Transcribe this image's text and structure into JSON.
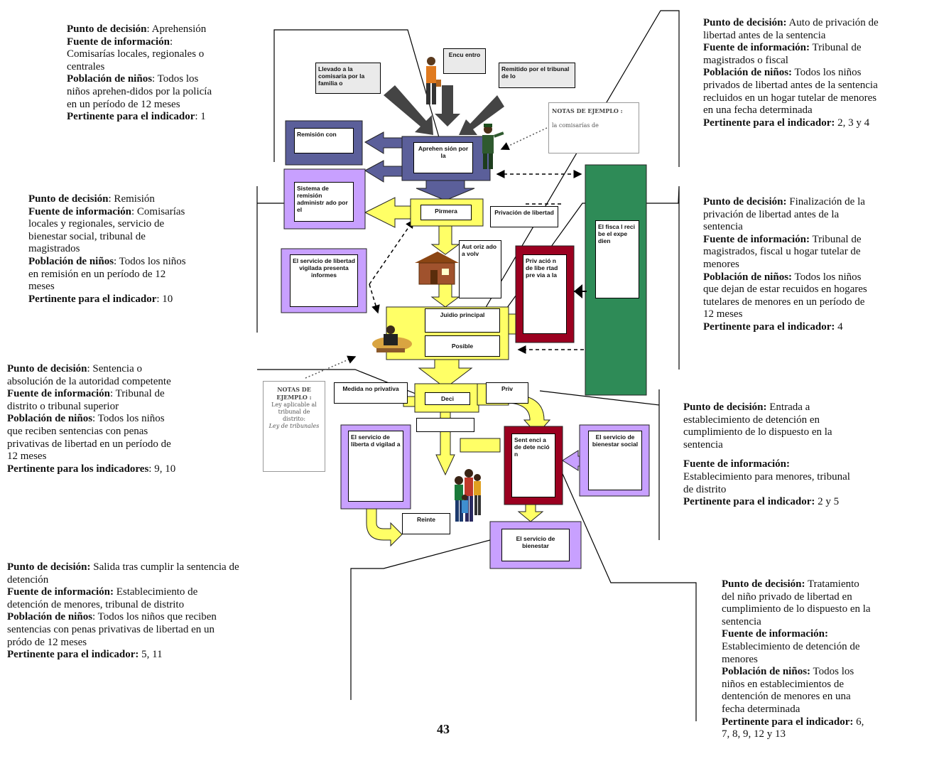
{
  "page_number": "43",
  "panels": {
    "aprehension": {
      "l1k": "Punto de decisión",
      "l1v": ": Aprehensión",
      "l2k": "Fuente de información",
      "l2v": ":",
      "l3": "Comisarías locales, regionales o",
      "l4": "centrales",
      "l5k": "Población de niños",
      "l5v": ": Todos los",
      "l6": "niños aprehen-didos por la policía",
      "l7": "en un período de 12 meses",
      "l8k": "Pertinente para el indicador",
      "l8v": ": 1"
    },
    "remision": {
      "l1k": "Punto de decisión",
      "l1v": ": Remisión",
      "l2k": "Fuente de información",
      "l2v": ": Comisarías",
      "l3": "locales y regionales, servicio de",
      "l4": "bienestar social, tribunal de",
      "l5": "magistrados",
      "l6k": "Población de niños",
      "l6v": ": Todos los niños",
      "l7": "en remisión en un período de 12",
      "l8": "meses",
      "l9k": "Pertinente para el indicador",
      "l9v": ": 10"
    },
    "sentencia": {
      "l1k": "Punto de decisión",
      "l1v": ": Sentencia o",
      "l2": "absolución de la autoridad competente",
      "l3k": "Fuente de información",
      "l3v": ": Tribunal de",
      "l4": "distrito o tribunal superior",
      "l5k": "Población de niños",
      "l5v": ": Todos los niños",
      "l6": "que reciben sentencias con penas",
      "l7": "privativas de libertad en un período de",
      "l8": "12 meses",
      "l9k": "Pertinente para los indicadores",
      "l9v": ": 9, 10"
    },
    "salida": {
      "l1k": "Punto de decisión:",
      "l1v": " Salida tras cumplir la sentencia de",
      "l2": "detención",
      "l3k": "Fuente de información:",
      "l3v": " Establecimiento de",
      "l4": "detención de menores, tribunal de distrito",
      "l5k": "Población de niños",
      "l5v": ": Todos los niños que reciben",
      "l6": "sentencias con penas privativas de libertad en un",
      "l7": "pródo de 12 meses",
      "l8k": "Pertinente para el indicador:",
      "l8v": " 5, 11"
    },
    "auto": {
      "l1k": "Punto de decisión:",
      "l1v": " Auto de privación de",
      "l2": "libertad antes de la sentencia",
      "l3k": "Fuente de información:",
      "l3v": " Tribunal de",
      "l4": "magistrados o fiscal",
      "l5k": "Población de niños:",
      "l5v": " Todos los niños",
      "l6": "privados de libertad antes de la sentencia",
      "l7": "recluidos en un hogar tutelar de menores",
      "l8": "en una fecha determinada",
      "l9k": "Pertinente para el indicador:",
      "l9v": " 2, 3 y 4"
    },
    "finalizacion": {
      "l1k": "Punto de decisión:",
      "l1v": " Finalización de la",
      "l2": "privación de libertad antes de la",
      "l3": "sentencia",
      "l4k": "Fuente de información:",
      "l4v": " Tribunal de",
      "l5": "magistrados, fiscal u hogar tutelar de",
      "l6": "menores",
      "l7k": "Población de niños:",
      "l7v": " Todos los niños",
      "l8": "que dejan de estar recuidos en hogares",
      "l9": "tutelares de menores en un período de",
      "l10": "12 meses",
      "l11k": "Pertinente para el indicador:",
      "l11v": " 4"
    },
    "entrada": {
      "l1k": "Punto de decisión:",
      "l1v": " Entrada a",
      "l2": "establecimiento de detención en",
      "l3": "cumplimiento de lo dispuesto en la",
      "l4": "sentencia",
      "l5k": "Fuente de información:",
      "l6": "Establecimiento para menores, tribunal",
      "l7": "de distrito",
      "l8k": "Pertinente para el indicador:",
      "l8v": " 2 y 5"
    },
    "tratamiento": {
      "l1k": "Punto de decisión:",
      "l1v": " Tratamiento",
      "l2": "del niño privado de libertad en",
      "l3": "cumplimiento de lo dispuesto en la",
      "l4": "sentencia",
      "l5k": "Fuente de información:",
      "l6": "Establecimiento de detención de",
      "l7": "menores",
      "l8k": "Población de niños:",
      "l8v": " Todos los",
      "l9": "niños en establecimientos de",
      "l10": "dentención de menores en una",
      "l11": "fecha determinada",
      "l12k": "Pertinente para el indicador:",
      "l12v": " 6,",
      "l13": "7, 8, 9, 12 y 13"
    }
  },
  "diagram": {
    "llevado": "Llevado a la comisaría por la familia o",
    "encuentro": "Encu entro",
    "remitido": "Remitido por el tribunal de lo",
    "notas1_title": "NOTAS DE EJEMPLO :",
    "notas1_body": "la comisarías de",
    "remision_con": "Remisión con",
    "aprehension_por": "Aprehen sión por la",
    "sistema": "Sistema de remisión administr ado por el",
    "pirmera": "Pirmera",
    "privacion_top": "Privación de libertad",
    "fiscal": "El fisca l reci be el expe dien",
    "servicio_lib": "El servicio de libertad vigilada presenta informes",
    "autorizado": "Aut oriz ado a volv",
    "privacion_vert": "Priv ació n de libe rtad pre via a la",
    "juicio": "Juidio principal",
    "posible": "Posible",
    "notas2_title": "NOTAS DE EJEMPLO :",
    "notas2_body": "Ley aplicable al tribunal de distrito:",
    "notas2_italic": "Ley de tribunales",
    "medida": "Medida no privativa",
    "deci": "Deci",
    "priv": "Priv",
    "servicio_vig": "El servicio de liberta d vigilad a",
    "sentencia_det": "Sent enci a de dete nció n",
    "bienestar_social": "El servicio de bienestar social",
    "reinte": "Reinte",
    "bienestar": "El servicio de bienestar"
  },
  "colors": {
    "navy": "#5b5f9a",
    "yellow": "#ffff66",
    "lavender": "#c8a0ff",
    "crimson": "#9b0020",
    "green": "#2e8b57"
  }
}
